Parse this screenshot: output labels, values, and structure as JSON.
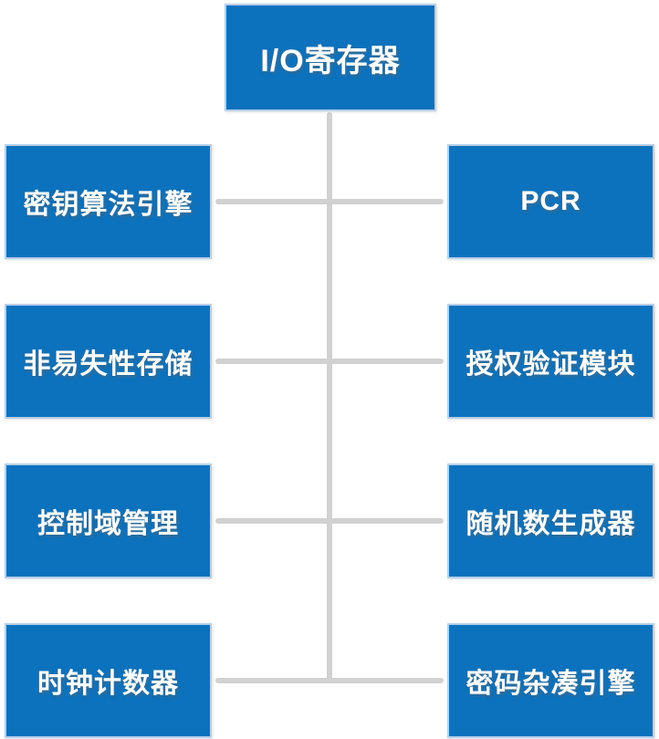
{
  "diagram": {
    "title_node": {
      "label": "I/O寄存器"
    },
    "left_nodes": [
      {
        "label": "密钥算法引擎"
      },
      {
        "label": "非易失性存储"
      },
      {
        "label": "控制域管理"
      },
      {
        "label": "时钟计数器"
      }
    ],
    "right_nodes": [
      {
        "label": "PCR"
      },
      {
        "label": "授权验证模块"
      },
      {
        "label": "随机数生成器"
      },
      {
        "label": "密码杂凑引擎"
      }
    ],
    "colors": {
      "box_fill": "#0C72BD",
      "box_border": "#B7D0E8",
      "connector": "#D1D1D1",
      "text": "#FFFFFF",
      "background": "#FFFFFF"
    }
  }
}
